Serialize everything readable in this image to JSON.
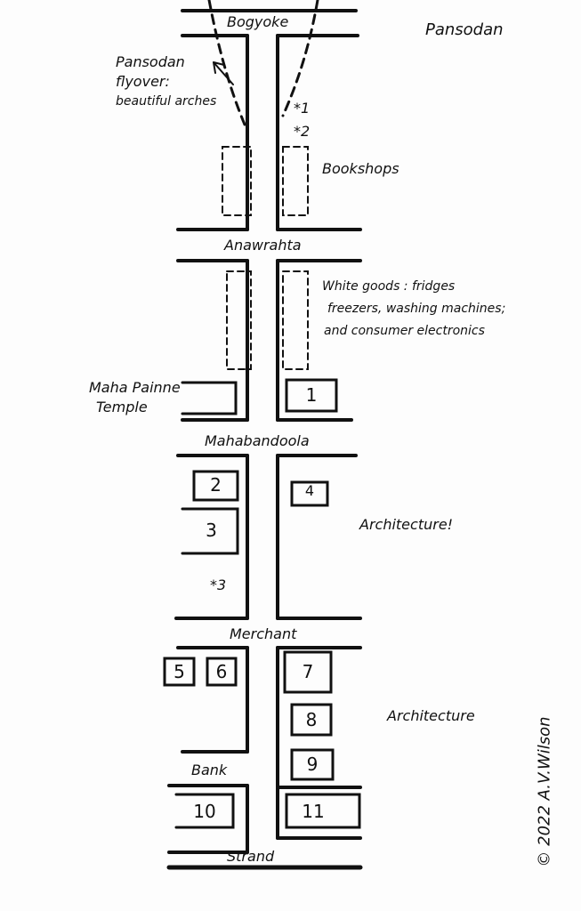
{
  "title": "Pansodan",
  "streets": {
    "bogyoke": "Bogyoke",
    "anawrahta": "Anawrahta",
    "mahabandoola": "Mahabandoola",
    "merchant": "Merchant",
    "strand": "Strand"
  },
  "annotations": {
    "flyover": [
      "Pansodan",
      "flyover:",
      "beautiful arches"
    ],
    "star1": "*1",
    "star2": "*2",
    "star3": "*3",
    "bookshops": "Bookshops",
    "white_goods": [
      "White goods : fridges",
      "freezers, washing machines;",
      "and consumer electronics"
    ],
    "temple": [
      "Maha Painne",
      "Temple"
    ],
    "architecture1": "Architecture!",
    "architecture2": "Architecture",
    "bank": "Bank",
    "copyright": "© 2022  A.V.Wilson"
  },
  "buildings": [
    "1",
    "2",
    "3",
    "4",
    "5",
    "6",
    "7",
    "8",
    "9",
    "10",
    "11"
  ]
}
